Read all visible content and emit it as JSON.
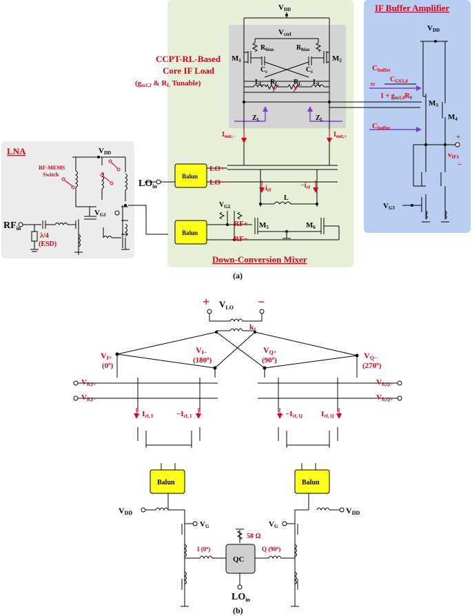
{
  "panel_a": {
    "caption": "(a)",
    "lna": {
      "title": "LNA",
      "vdd": "V",
      "vdd_sub": "DD",
      "switch_label_1": "RF-MEMS",
      "switch_label_2": "Switch",
      "vg1": "V",
      "vg1_sub": "G1",
      "rf_in": "RF",
      "rf_in_sub": "in",
      "stub_1": "λ/4",
      "stub_2": "(ESD)"
    },
    "load": {
      "title_1": "CCPT-RL-Based",
      "title_2": "Core IF Load",
      "title_3": "(g",
      "title_3_sub": "m1,2",
      "title_3_rest": " & R",
      "title_3_sub2": "L",
      "title_3_end": " Tunable)",
      "vdd": "V",
      "vdd_sub": "DD",
      "vctrl": "V",
      "vctrl_sub": "ctrl",
      "m1": "M",
      "m1_sub": "1",
      "m2": "M",
      "m2_sub": "2",
      "rbias": "R",
      "rbias_sub": "bias",
      "cc": "C",
      "cc_sub": "c",
      "ll": "L",
      "ll_sub": "L",
      "rl": "R",
      "rl_sub": "L",
      "zl": "Z",
      "zl_sub": "L"
    },
    "mixer": {
      "title": "Down-Conversion Mixer",
      "lo_in": "LO",
      "lo_in_sub": "in",
      "balun": "Balun",
      "lo_plus": "LO+",
      "lo_minus": "LO−",
      "rf_plus": "RF+",
      "rf_minus": "RF−",
      "vg2": "V",
      "vg2_sub": "G2",
      "iout_minus": "I",
      "iout_minus_sub": "out,−",
      "iout_plus": "I",
      "iout_plus_sub": "out,+",
      "irf": "i",
      "irf_sub": "rf",
      "minus_irf": "−i",
      "minus_irf_sub": "rf",
      "l": "L",
      "m5": "M",
      "m5_sub": "5",
      "m6": "M",
      "m6_sub": "6"
    },
    "if_buffer": {
      "title": "IF Buffer Amplifier",
      "vdd": "V",
      "vdd_sub": "DD",
      "cbuffer": "C",
      "cbuffer_sub": "buffer",
      "approx": "≈",
      "num": "C",
      "num_sub": "GS3,4",
      "den": "1 + g",
      "den_sub": "m3,4",
      "den_rest": "R",
      "den_sub2": "0",
      "cbuffer2": "C",
      "cbuffer2_sub": "buffer",
      "m3": "M",
      "m3_sub": "3",
      "m4": "M",
      "m4_sub": "4",
      "vif": "v",
      "vif_sub": "IF1",
      "plus": "+",
      "minus": "−",
      "vg3": "V",
      "vg3_sub": "G3"
    }
  },
  "panel_b": {
    "caption": "(b)",
    "vlo": "V",
    "vlo_sub": "LO",
    "plus": "+",
    "minus": "−",
    "k1": "k",
    "k1_sub": "1",
    "vi_plus": "V",
    "vi_plus_sub": "I+",
    "vi_plus_phase": "(0",
    "vi_minus": "V",
    "vi_minus_sub": "I−",
    "vi_minus_phase": "(180",
    "vq_plus": "V",
    "vq_plus_sub": "Q+",
    "vq_plus_phase": "(90",
    "vq_minus": "V",
    "vq_minus_sub": "Q−",
    "vq_minus_phase": "(270",
    "deg": "o",
    "close": ")",
    "vbi_plus": "V",
    "vbi_plus_sub": "B,I+",
    "vbi_minus": "V",
    "vbi_minus_sub": "B,I−",
    "vbq_minus": "V",
    "vbq_minus_sub": "B,Q−",
    "vbq_plus": "V",
    "vbq_plus_sub": "B,Q+",
    "irf_i": "I",
    "irf_i_sub": "rf, I",
    "m_irf_i": "−I",
    "m_irf_i_sub": "rf, I",
    "m_irf_q": "−I",
    "m_irf_q_sub": "rf, Q",
    "irf_q": "I",
    "irf_q_sub": "rf, Q",
    "balun": "Balun",
    "vdd": "V",
    "vdd_sub": "DD",
    "vg": "V",
    "vg_sub": "G",
    "r50": "50 Ω",
    "i_label": "I (0",
    "q_label": "Q (90",
    "qc": "QC",
    "lo_in": "LO",
    "lo_in_sub": "in"
  }
}
